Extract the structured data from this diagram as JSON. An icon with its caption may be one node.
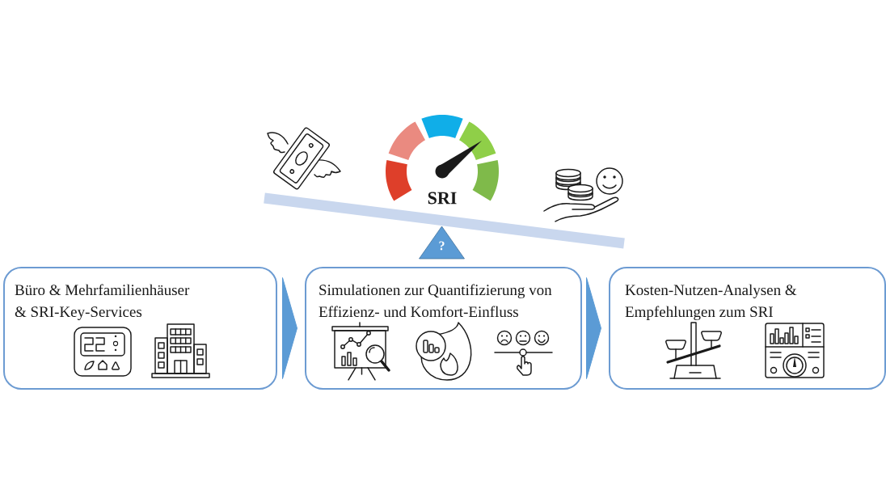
{
  "diagram": {
    "nodes": [
      {
        "text": [
          "SRI"
        ]
      },
      {
        "text": [
          "?"
        ]
      },
      {
        "text": [
          "Büro & Mehrfamilienhäuser & SRI-Key-Services"
        ]
      },
      {
        "text": [
          "Simulationen zur Quantifizierung von Effizienz- und Komfort-Einfluss"
        ]
      },
      {
        "text": [
          "Kosten-Nutzen-Analysen & Empfehlungen zum SRI"
        ]
      }
    ],
    "edges": [
      {
        "from": 2,
        "to": 3,
        "arrow": "to"
      },
      {
        "from": 3,
        "to": 4,
        "arrow": "to"
      }
    ]
  }
}
